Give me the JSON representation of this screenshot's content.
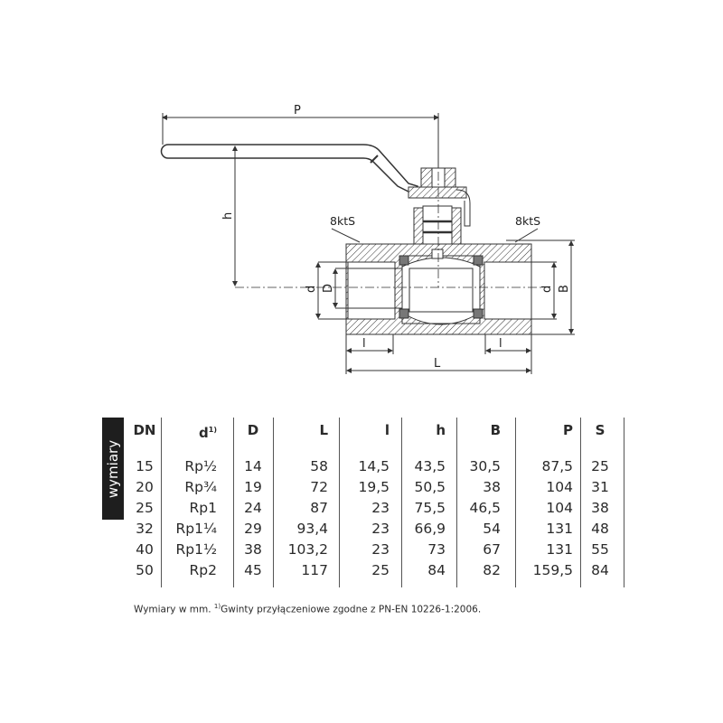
{
  "drawing": {
    "labels": {
      "P": "P",
      "h": "h",
      "d_left": "d",
      "D": "D",
      "d_right": "d",
      "B": "B",
      "L": "L",
      "l_left": "l",
      "l_right": "l",
      "hex_left": "8ktS",
      "hex_right": "8ktS"
    }
  },
  "table": {
    "side_label": "wymiary",
    "headers": [
      "DN",
      "d",
      "D",
      "L",
      "l",
      "h",
      "B",
      "P",
      "S"
    ],
    "header_d_footnote": "1)",
    "rows": [
      [
        "15",
        "Rp½",
        "14",
        "58",
        "14,5",
        "43,5",
        "30,5",
        "87,5",
        "25"
      ],
      [
        "20",
        "Rp¾",
        "19",
        "72",
        "19,5",
        "50,5",
        "38",
        "104",
        "31"
      ],
      [
        "25",
        "Rp1",
        "24",
        "87",
        "23",
        "75,5",
        "46,5",
        "104",
        "38"
      ],
      [
        "32",
        "Rp1¼",
        "29",
        "93,4",
        "23",
        "66,9",
        "54",
        "131",
        "48"
      ],
      [
        "40",
        "Rp1½",
        "38",
        "103,2",
        "23",
        "73",
        "67",
        "131",
        "55"
      ],
      [
        "50",
        "Rp2",
        "45",
        "117",
        "25",
        "84",
        "82",
        "159,5",
        "84"
      ]
    ]
  },
  "footnote": {
    "text1": "Wymiary w mm. ",
    "mark": "1)",
    "text2": "Gwinty przyłączeniowe zgodne z PN-EN 10226-1:2006."
  }
}
